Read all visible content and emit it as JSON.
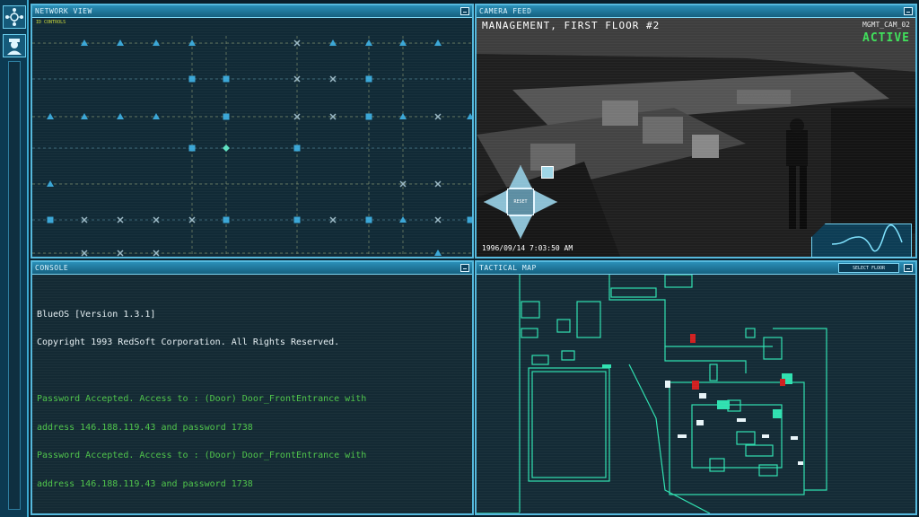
{
  "rail": {
    "logo_icon": "hub-network-icon",
    "user_icon": "user-agent-icon"
  },
  "network": {
    "title": "NETWORK VIEW",
    "tag": "ID CONTROLS"
  },
  "camera": {
    "title": "CAMERA FEED",
    "location": "MANAGEMENT, FIRST FLOOR #2",
    "camera_id": "MGMT_CAM_02",
    "status": "ACTIVE",
    "timestamp": "1996/09/14 7:03:50 AM",
    "center_label": "RESET"
  },
  "console": {
    "title": "CONSOLE",
    "lines": [
      {
        "text": "BlueOS [Version 1.3.1]",
        "style": "w"
      },
      {
        "text": "Copyright 1993 RedSoft Corporation. All Rights Reserved.",
        "style": "w"
      },
      {
        "text": "",
        "style": "w"
      },
      {
        "text": "Password Accepted. Access to : (Door) Door_FrontEntrance with",
        "style": "g"
      },
      {
        "text": "address 146.188.119.43 and password 1738",
        "style": "g"
      },
      {
        "text": "Password Accepted. Access to : (Door) Door_FrontEntrance with",
        "style": "g"
      },
      {
        "text": "address 146.188.119.43 and password 1738",
        "style": "g"
      }
    ]
  },
  "map": {
    "title": "TACTICAL MAP",
    "select_floor": "SELECT FLOOR"
  },
  "colors": {
    "accent": "#56b9dd",
    "active": "#3ee05a",
    "map_line": "#2fe0b0",
    "alert": "#d02020"
  }
}
